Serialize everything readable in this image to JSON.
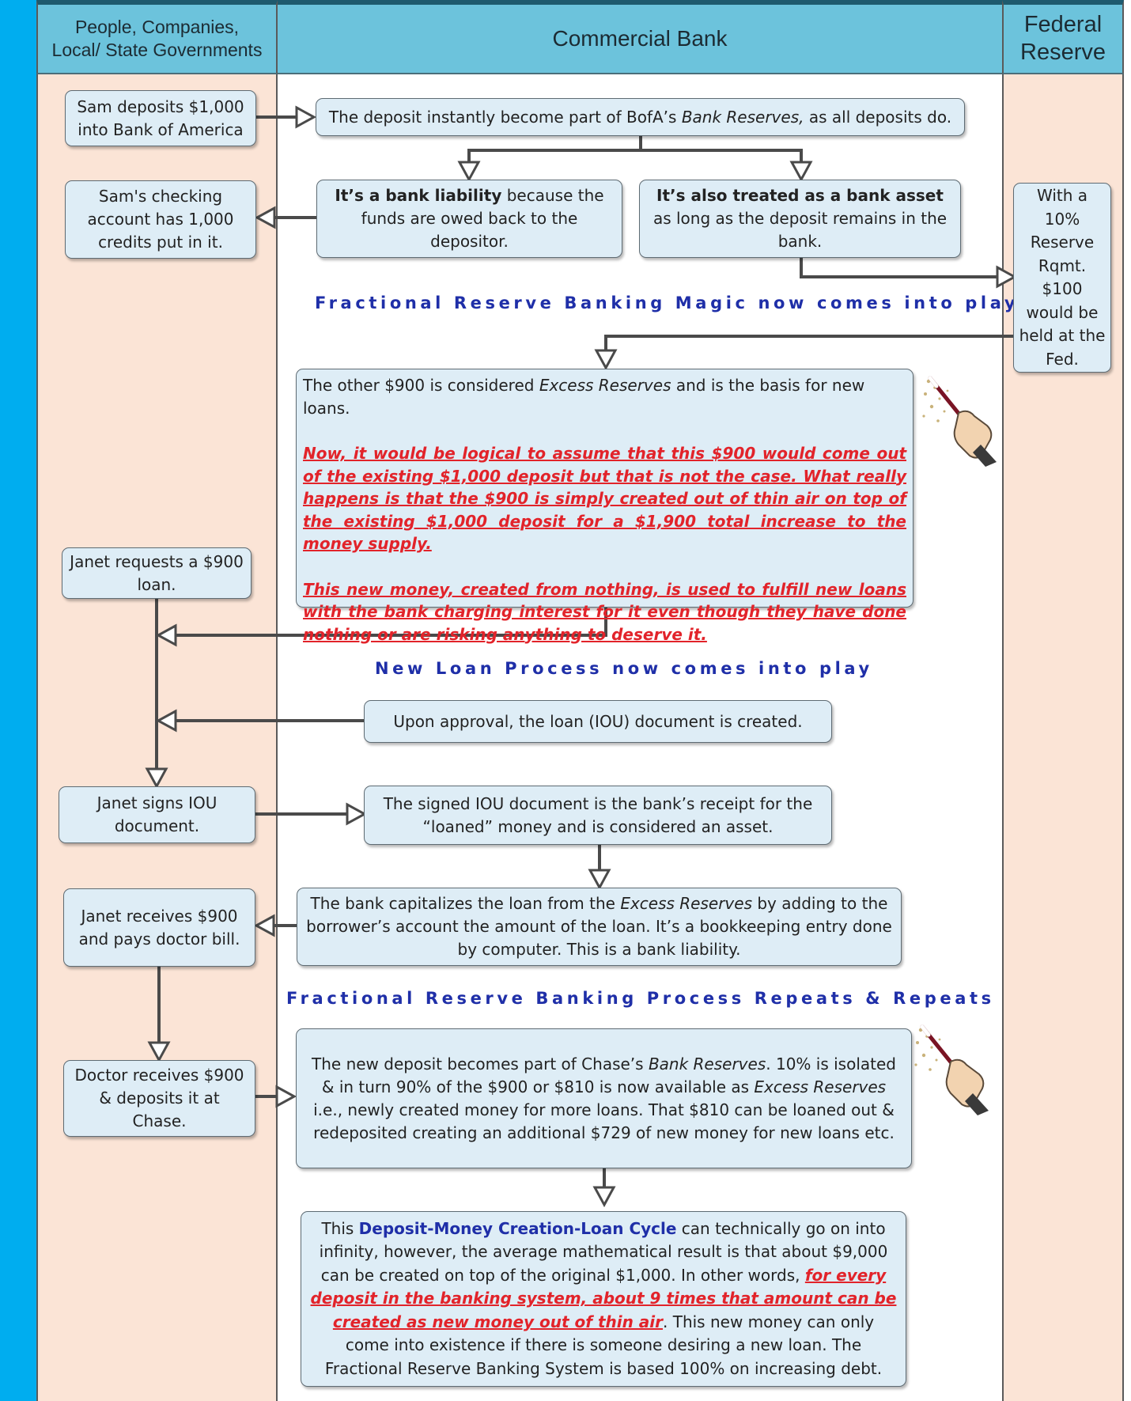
{
  "lanes": {
    "people": "People, Companies, Local/ State Governments",
    "bank": "Commercial Bank",
    "fed": "Federal Reserve"
  },
  "steps": {
    "sam_deposits": "Sam deposits $1,000 into Bank of America",
    "bank_reserves": {
      "pre": "The deposit instantly become part of BofA’s ",
      "em": "Bank Reserves,",
      "post": " as all deposits do."
    },
    "sam_checking": "Sam's checking account has 1,000 credits put in it.",
    "liability": {
      "bold": "It’s a bank liability",
      "rest": " because the funds are owed back to the depositor."
    },
    "asset": {
      "bold": "It’s also treated as a bank asset",
      "rest": " as long as the deposit remains in the bank."
    },
    "fed_reserve": "With a 10% Reserve Rqmt. $100 would be held at the Fed.",
    "excess": {
      "pre": "The other $900 is considered ",
      "em": "Excess Reserves",
      "post": " and is the basis for new loans.",
      "red1": "Now, it would be logical to assume that this $900 would come out of the existing $1,000 deposit but that is not the case. What really happens is that the $900 is simply created out of thin air on top of the existing $1,000 deposit for a $1,900 total increase to the money supply.",
      "red2": "This new money, created from nothing, is used to fulfill new loans with the bank charging interest for it even though they have done nothing or are risking anything to deserve it."
    },
    "janet_requests": "Janet requests a $900 loan.",
    "iou_created": "Upon approval, the loan (IOU) document is created.",
    "janet_signs": "Janet signs IOU document.",
    "iou_receipt": "The signed IOU document is the bank’s receipt for the “loaned” money and is considered an asset.",
    "capitalize": {
      "pre": "The bank capitalizes the loan from the ",
      "em": "Excess Reserves",
      "post": " by adding to the borrower’s account the amount of the loan. It’s a bookkeeping entry done by computer. This is a bank liability."
    },
    "janet_receives": "Janet receives $900 and pays doctor bill.",
    "doctor_deposits": "Doctor receives $900 & deposits it at Chase.",
    "chase": {
      "pre": "The new deposit becomes part of Chase’s ",
      "em1": "Bank Reserves",
      "mid": ". 10% is isolated & in turn 90% of the $900 or $810 is now available as ",
      "em2": "Excess Reserves",
      "post": " i.e., newly created money for more loans. That $810 can be loaned out & redeposited creating an additional $729 of new money for new loans etc."
    },
    "cycle": {
      "pre": "This ",
      "blue": "Deposit-Money Creation-Loan Cycle",
      "mid": " can technically go on into infinity, however, the average mathematical result is that about $9,000 can be created on top of the original $1,000. In other words, ",
      "red": "for every deposit in the banking system, about 9 times that amount can be created as new money out of thin air",
      "post": ". This new money can only come into existence if there is someone desiring a new loan. The Fractional Reserve Banking System is based 100% on increasing debt."
    }
  },
  "banners": {
    "magic": "Fractional Reserve Banking Magic now comes into play",
    "loan": "New Loan Process now comes into play",
    "repeats": "Fractional Reserve Banking Process Repeats & Repeats"
  },
  "icons": [
    "magic-wand-icon",
    "magic-wand-icon"
  ],
  "colors": {
    "lane_header": "#6cc3dc",
    "lane_side": "#fbe4d6",
    "left_strip": "#00adef",
    "box_fill": "#deedf6",
    "banner_blue": "#1f2fa8",
    "emphasis_red": "#e2232a"
  }
}
